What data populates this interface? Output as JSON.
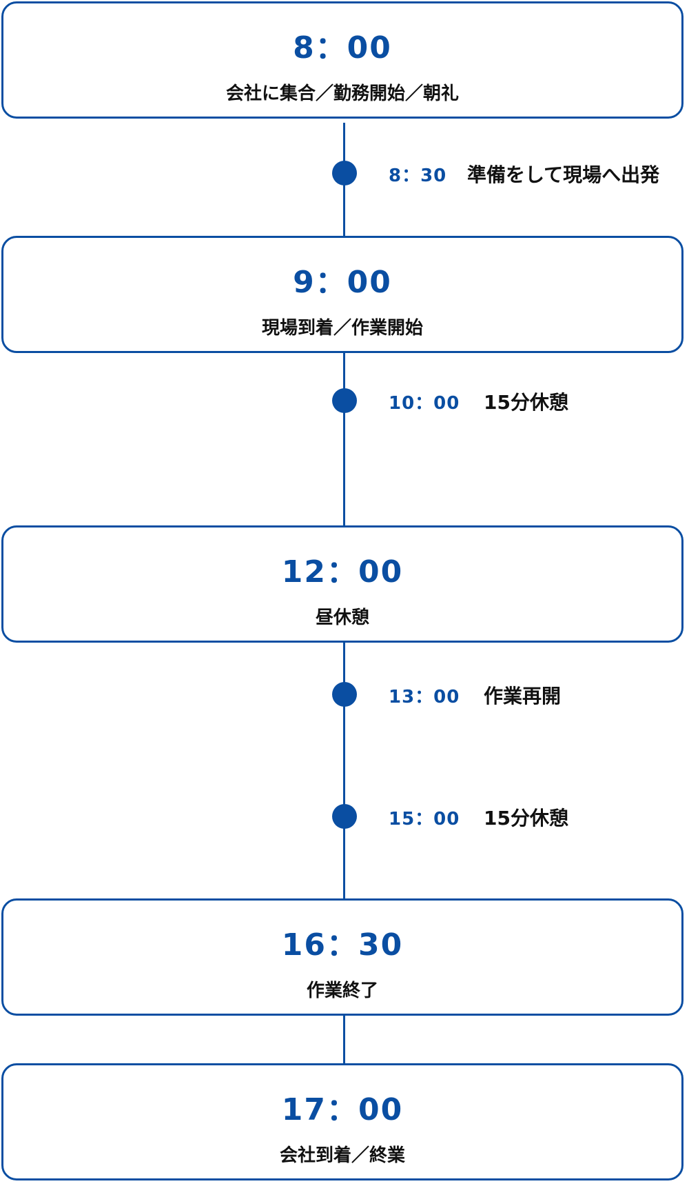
{
  "accent_color": "#0a4ea2",
  "main_events": [
    {
      "time": "8：00",
      "label": "会社に集合／勤務開始／朝礼"
    },
    {
      "time": "9：00",
      "label": "現場到着／作業開始"
    },
    {
      "time": "12：00",
      "label": "昼休憩"
    },
    {
      "time": "16：30",
      "label": "作業終了"
    },
    {
      "time": "17：00",
      "label": "会社到着／終業"
    }
  ],
  "sub_events": [
    {
      "time": "8：30",
      "label": "準備をして現場へ出発"
    },
    {
      "time": "10：00",
      "label": "15分休憩"
    },
    {
      "time": "13：00",
      "label": "作業再開"
    },
    {
      "time": "15：00",
      "label": "15分休憩"
    }
  ]
}
